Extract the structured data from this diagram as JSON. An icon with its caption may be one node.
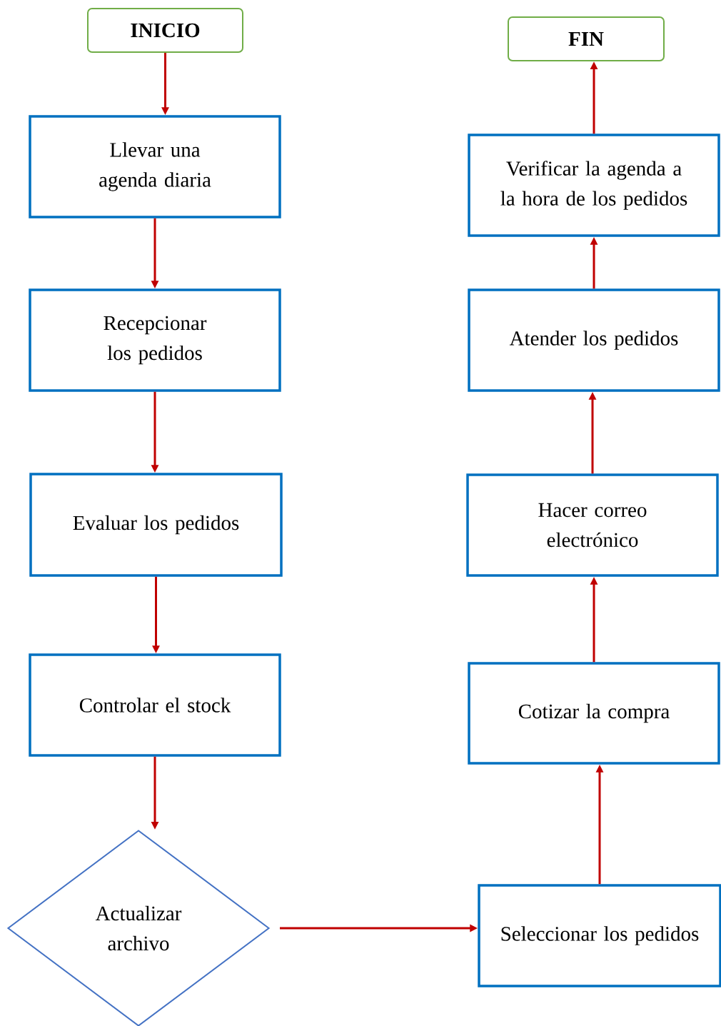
{
  "diagram": {
    "nodes": [
      {
        "text": [
          "INICIO"
        ]
      },
      {
        "text": [
          "Llevar una agenda diaria"
        ]
      },
      {
        "text": [
          "Recepcionar los pedidos"
        ]
      },
      {
        "text": [
          "Evaluar los pedidos"
        ]
      },
      {
        "text": [
          "Controlar el stock"
        ]
      },
      {
        "text": [
          "Actualizar archivo"
        ]
      },
      {
        "text": [
          "Seleccionar los pedidos"
        ]
      },
      {
        "text": [
          "Cotizar la compra"
        ]
      },
      {
        "text": [
          "Hacer correo electrónico"
        ]
      },
      {
        "text": [
          "Atender los pedidos"
        ]
      },
      {
        "text": [
          "Verificar la agenda a la hora de los pedidos"
        ]
      },
      {
        "text": [
          "FIN"
        ]
      }
    ],
    "edges": [
      {
        "from": 0,
        "to": 1,
        "arrow": "to"
      },
      {
        "from": 1,
        "to": 2,
        "arrow": "to"
      },
      {
        "from": 2,
        "to": 3,
        "arrow": "to"
      },
      {
        "from": 3,
        "to": 4,
        "arrow": "to"
      },
      {
        "from": 4,
        "to": 5,
        "arrow": "to"
      },
      {
        "from": 5,
        "to": 6,
        "arrow": "to"
      },
      {
        "from": 6,
        "to": 7,
        "arrow": "to"
      },
      {
        "from": 7,
        "to": 8,
        "arrow": "to"
      },
      {
        "from": 8,
        "to": 9,
        "arrow": "to"
      },
      {
        "from": 9,
        "to": 10,
        "arrow": "to"
      },
      {
        "from": 10,
        "to": 11,
        "arrow": "to"
      }
    ]
  }
}
